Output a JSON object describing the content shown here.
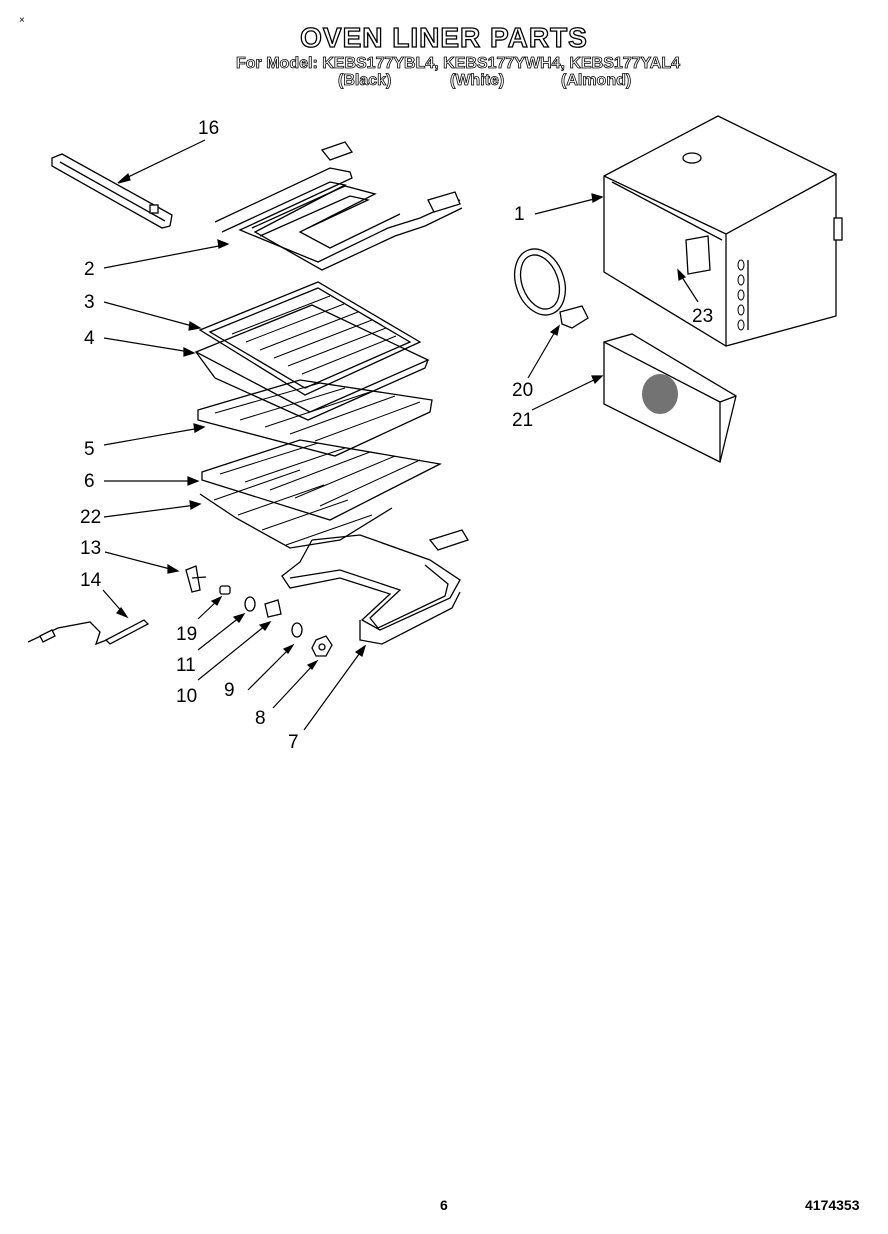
{
  "header": {
    "corner_mark": "×",
    "title": "OVEN LINER PARTS",
    "model_line": "For Model: KEBS177YBL4, KEBS177YWH4, KEBS177YAL4",
    "colors": [
      "(Black)",
      "(White)",
      "(Almond)"
    ]
  },
  "callouts": {
    "c1": "1",
    "c2": "2",
    "c3": "3",
    "c4": "4",
    "c5": "5",
    "c6": "6",
    "c7": "7",
    "c8": "8",
    "c9": "9",
    "c10": "10",
    "c11": "11",
    "c13": "13",
    "c14": "14",
    "c16": "16",
    "c19": "19",
    "c20": "20",
    "c21": "21",
    "c22": "22",
    "c23": "23"
  },
  "footer": {
    "page_number": "6",
    "document_number": "4174353"
  }
}
